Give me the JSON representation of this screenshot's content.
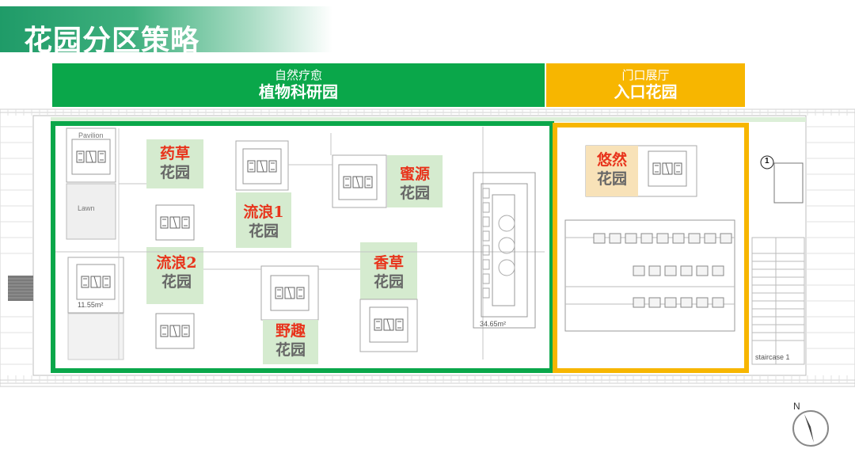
{
  "title": "花园分区策略",
  "zones": {
    "green": {
      "sub": "自然疗愈",
      "main": "植物科研园"
    },
    "gold": {
      "sub": "门口展厅",
      "main": "入口花园"
    }
  },
  "gardens": [
    {
      "id": "herb",
      "line1": "药草",
      "line2": "花园"
    },
    {
      "id": "wander1",
      "line1": "流浪1",
      "line2": "花园"
    },
    {
      "id": "nectar",
      "line1": "蜜源",
      "line2": "花园"
    },
    {
      "id": "wander2",
      "line1": "流浪2",
      "line2": "花园"
    },
    {
      "id": "fragrant",
      "line1": "香草",
      "line2": "花园"
    },
    {
      "id": "wild",
      "line1": "野趣",
      "line2": "花园"
    },
    {
      "id": "leisure",
      "line1": "悠然",
      "line2": "花园"
    }
  ],
  "plan_labels": {
    "pavilion": "Pavilion",
    "lawn": "Lawn",
    "area1": "11.55m²",
    "area2": "34.65m²",
    "staircase": "staircase 1",
    "marker": "1",
    "north": "N"
  },
  "colors": {
    "green": "#0aa74a",
    "gold": "#f7b600",
    "red": "#e8341c",
    "label_gray": "#666666",
    "fill": "#d5ebcf"
  }
}
